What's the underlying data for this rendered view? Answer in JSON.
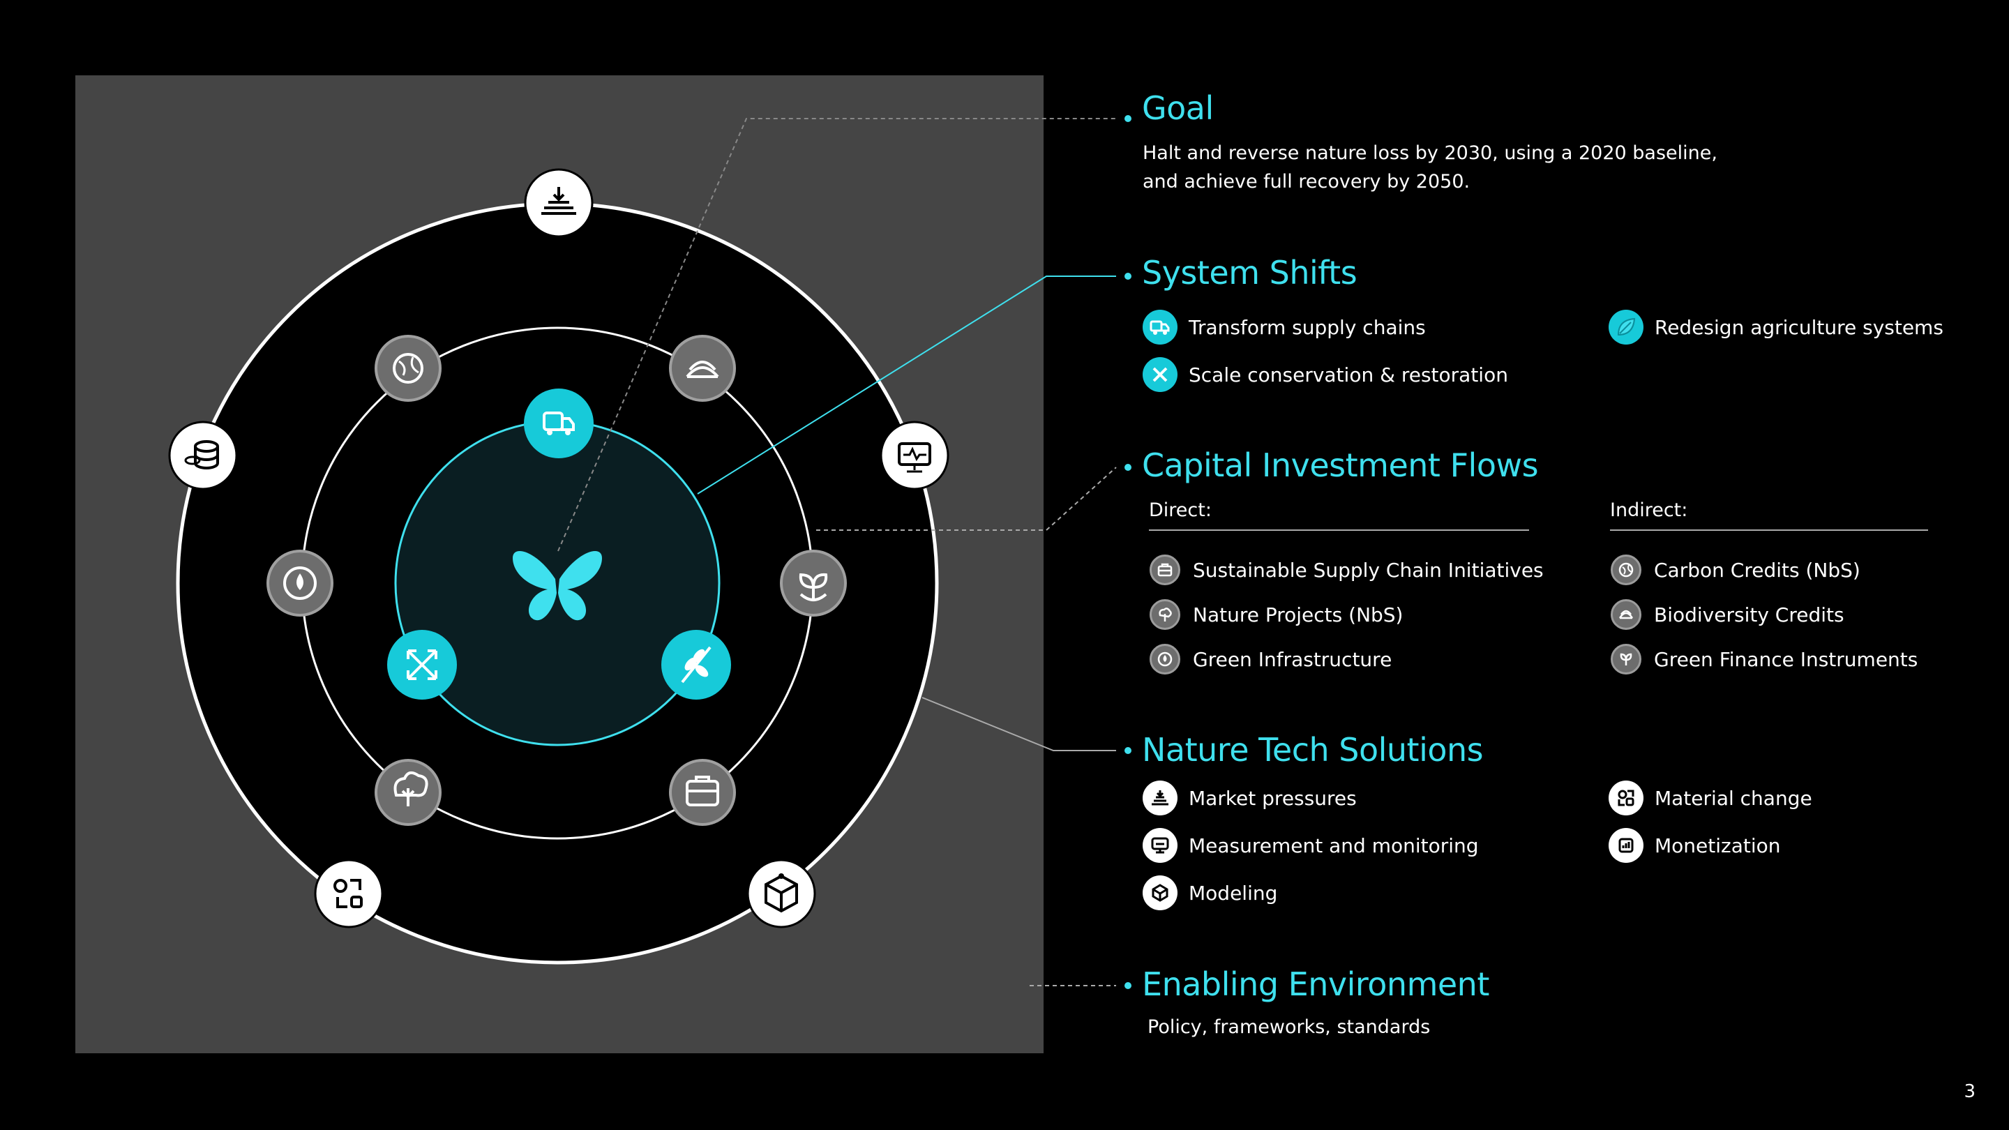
{
  "sections": {
    "goal": {
      "title": "Goal",
      "text_lines": [
        "Halt and reverse nature loss by 2030, using a 2020 baseline,",
        "and achieve full recovery by 2050."
      ]
    },
    "system_shifts": {
      "title": "System Shifts",
      "items": [
        {
          "label": "Transform supply chains",
          "icon": "truck-icon"
        },
        {
          "label": "Redesign agriculture systems",
          "icon": "leaf-icon"
        },
        {
          "label": "Scale conservation & restoration",
          "icon": "expand-icon"
        }
      ]
    },
    "capital_flows": {
      "title": "Capital Investment Flows",
      "direct_heading": "Direct:",
      "indirect_heading": "Indirect:",
      "direct": [
        {
          "label": "Sustainable Supply Chain Initiatives",
          "icon": "box-icon"
        },
        {
          "label": "Nature Projects (NbS)",
          "icon": "tree-icon"
        },
        {
          "label": "Green Infrastructure",
          "icon": "drop-icon"
        }
      ],
      "indirect": [
        {
          "label": "Carbon Credits (NbS)",
          "icon": "globe-icon"
        },
        {
          "label": "Biodiversity Credits",
          "icon": "layers-icon"
        },
        {
          "label": "Green Finance Instruments",
          "icon": "sprout-icon"
        }
      ]
    },
    "nature_tech": {
      "title": "Nature Tech Solutions",
      "items": [
        {
          "label": "Market pressures",
          "icon": "market-icon"
        },
        {
          "label": "Material change",
          "icon": "cycle-icon"
        },
        {
          "label": "Measurement and monitoring",
          "icon": "monitor-icon"
        },
        {
          "label": "Monetization",
          "icon": "coins-icon"
        },
        {
          "label": "Modeling",
          "icon": "cube-icon"
        }
      ]
    },
    "enabling": {
      "title": "Enabling Environment",
      "text": "Policy, frameworks, standards"
    }
  },
  "page_number": "3",
  "colors": {
    "accent": "#3fe0ee",
    "accent_fill": "#17cad9",
    "panel": "#454545",
    "grey_node": "#6d6d6d"
  },
  "diagram_icons": {
    "center": "butterfly-icon",
    "inner_ring": [
      "truck-icon",
      "expand-icon",
      "wheat-icon"
    ],
    "middle_ring": [
      "globe-icon",
      "layers-icon",
      "sprout-icon",
      "box-icon",
      "tree-icon",
      "drop-icon"
    ],
    "outer_ring": [
      "market-icon",
      "monitor-icon",
      "cube-icon",
      "cycle-icon",
      "coins-icon"
    ]
  }
}
